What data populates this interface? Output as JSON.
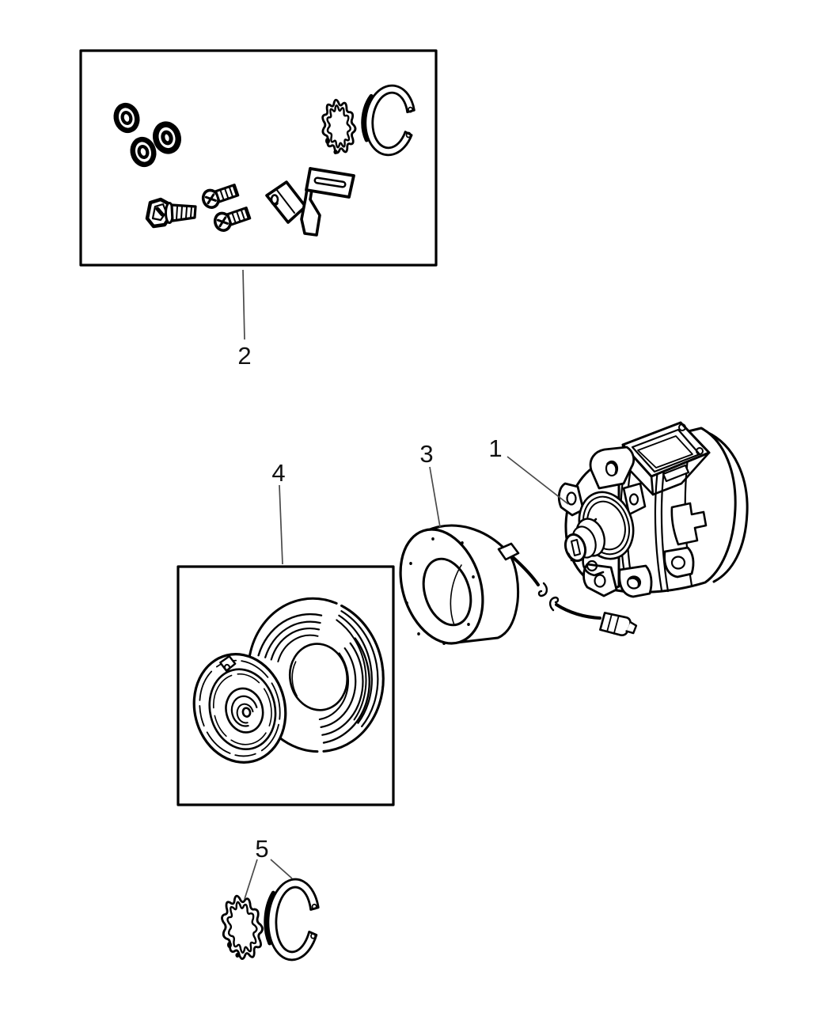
{
  "figure": {
    "background_color": "#ffffff",
    "ink_color": "#000000",
    "leader_line_color": "#4a4a4a",
    "callouts": [
      {
        "label": "1"
      },
      {
        "label": "2"
      },
      {
        "label": "3"
      },
      {
        "label": "4"
      },
      {
        "label": "5"
      }
    ]
  }
}
